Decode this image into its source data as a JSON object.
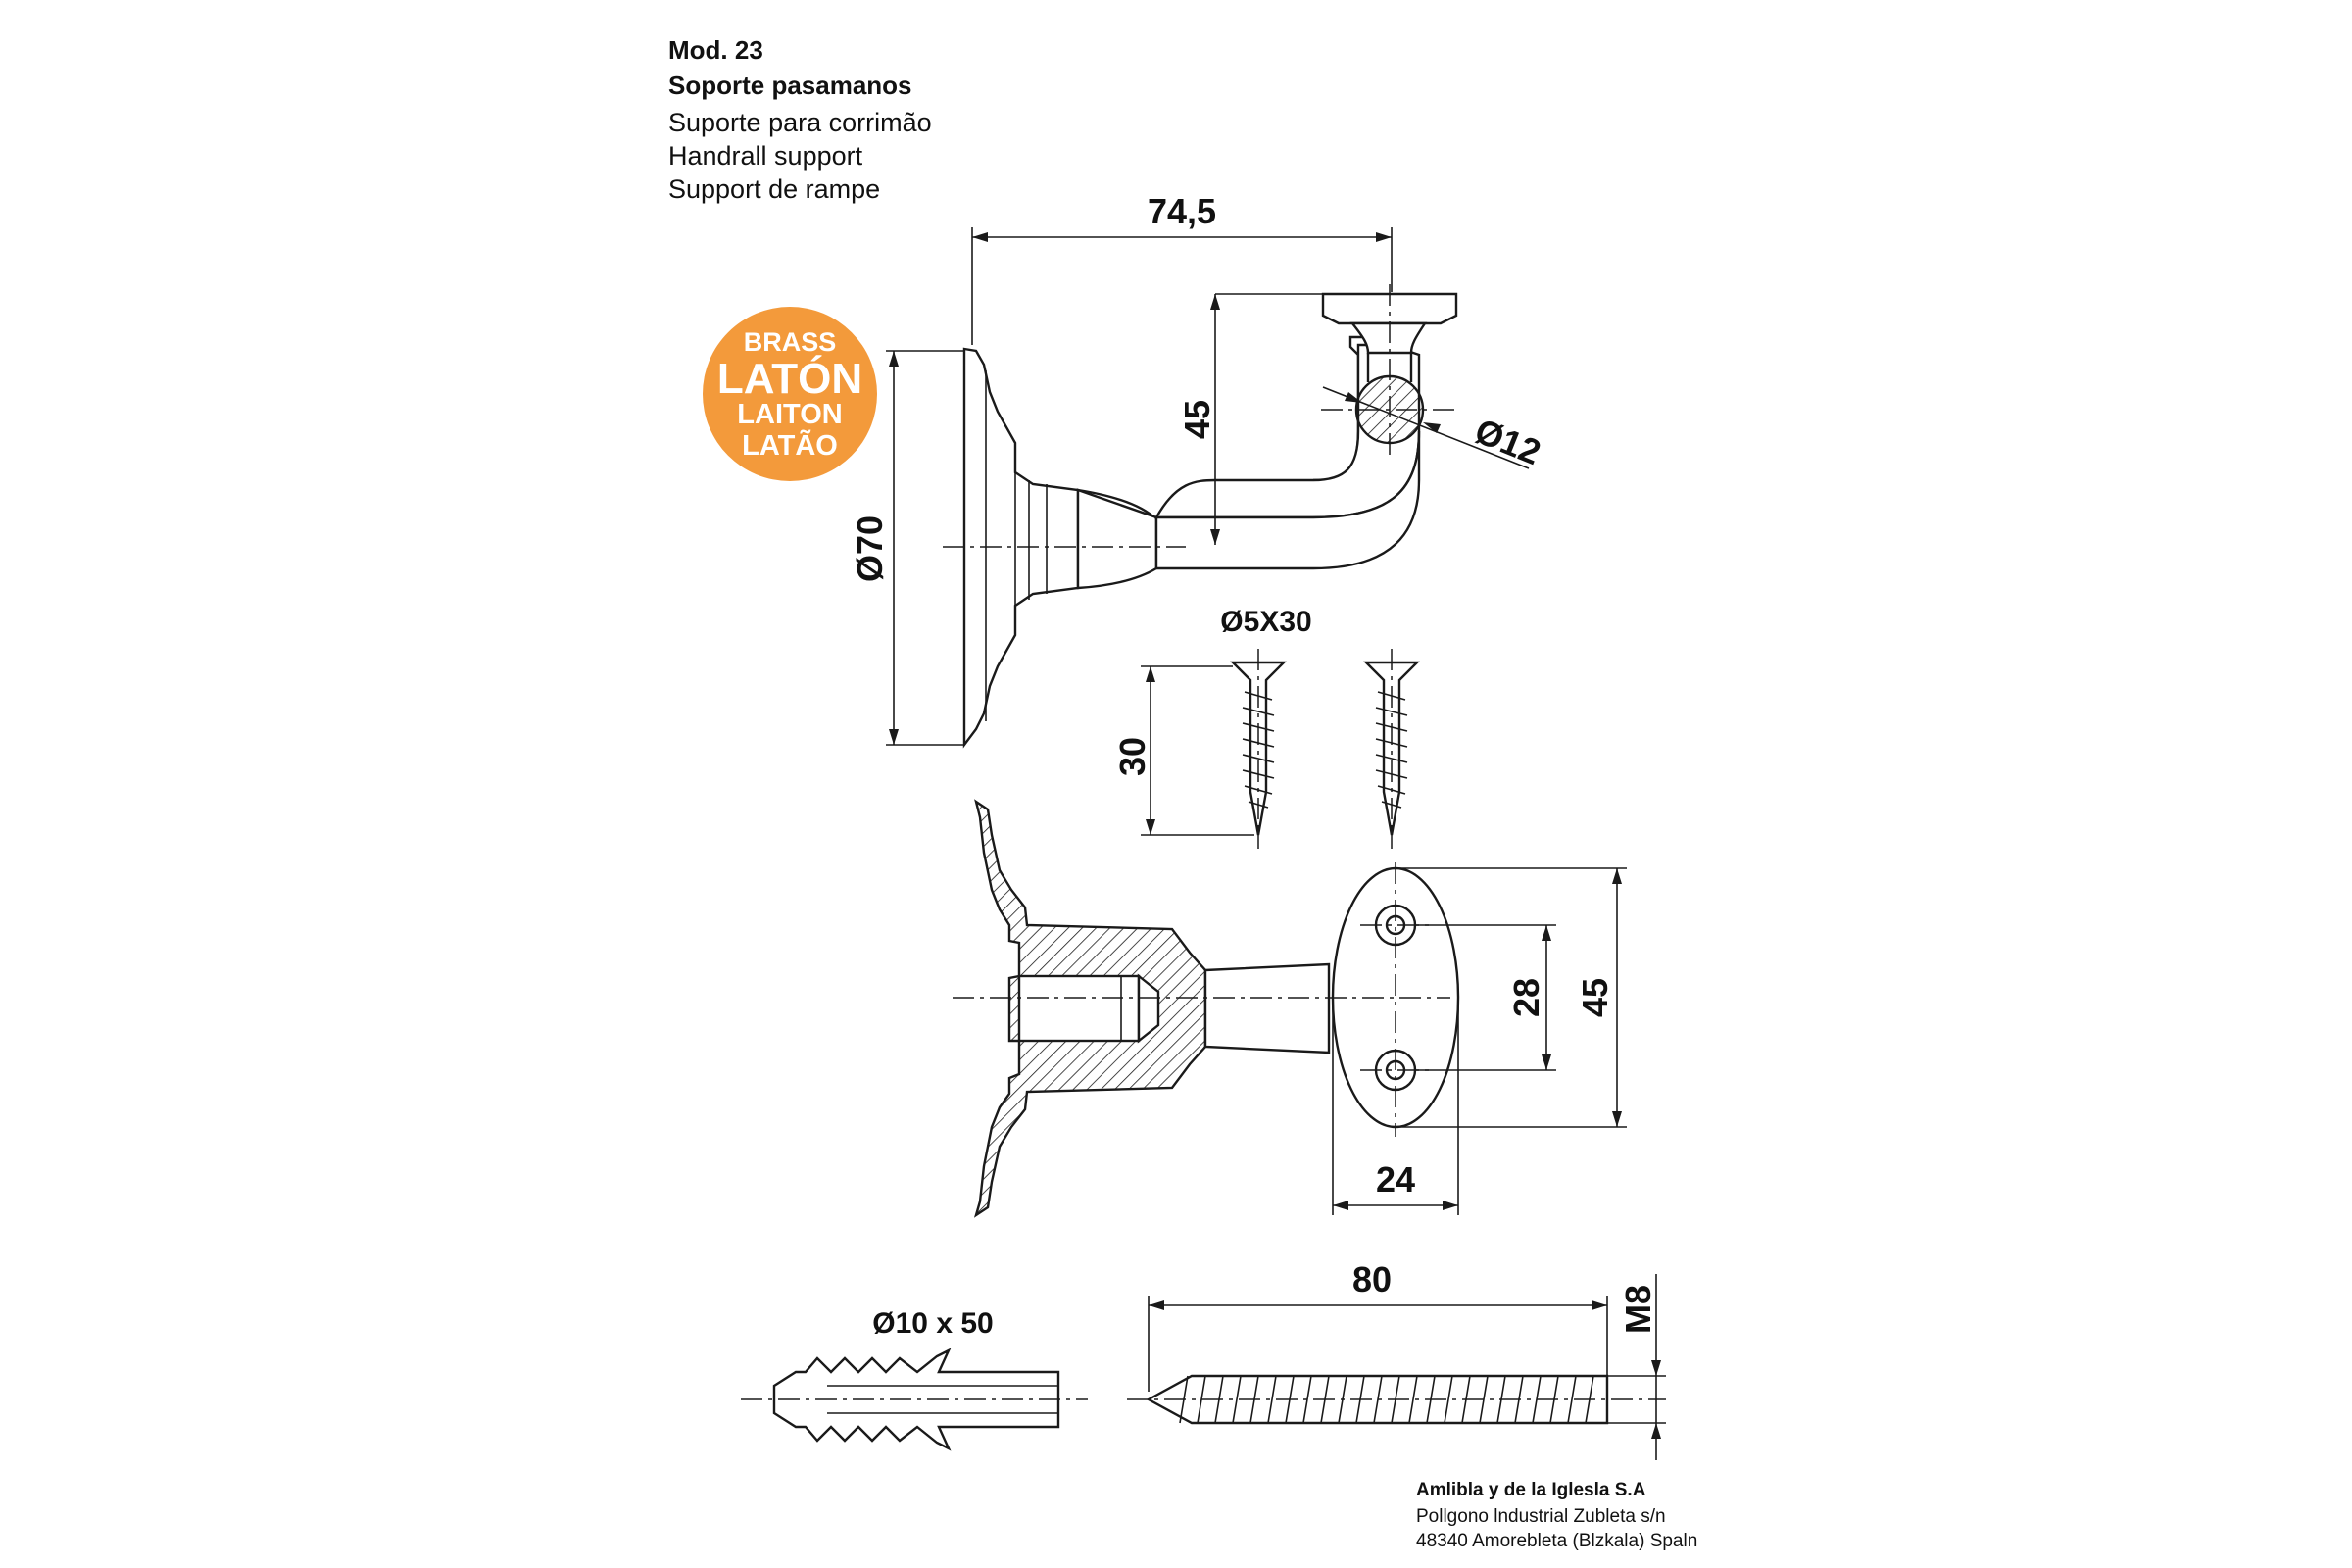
{
  "header": {
    "model": "Mod. 23",
    "title_es": "Soporte pasamanos",
    "title_pt": "Suporte para corrimão",
    "title_en": "Handrall support",
    "title_fr": "Support de rampe"
  },
  "badge": {
    "color": "#F39A3B",
    "line1": "BRASS",
    "line2": "LATÓN",
    "line3": "LAITON",
    "line4": "LATÃO"
  },
  "dimensions": {
    "bracket_length": "74,5",
    "bracket_height": "45",
    "rail_diameter": "Ø12",
    "base_diameter": "Ø70",
    "wood_screw": "Ø5X30",
    "wood_screw_length": "30",
    "plate_hole_spacing": "28",
    "plate_height": "45",
    "plate_width": "24",
    "wall_plug": "Ø10 x 50",
    "bolt_length": "80",
    "bolt_thread": "M8"
  },
  "footer": {
    "company": "Amlibla y de la Iglesla S.A",
    "address1": "Pollgono lndustrial Zubleta s/n",
    "address2": "48340 Amorebleta (Blzkala) Spaln"
  }
}
